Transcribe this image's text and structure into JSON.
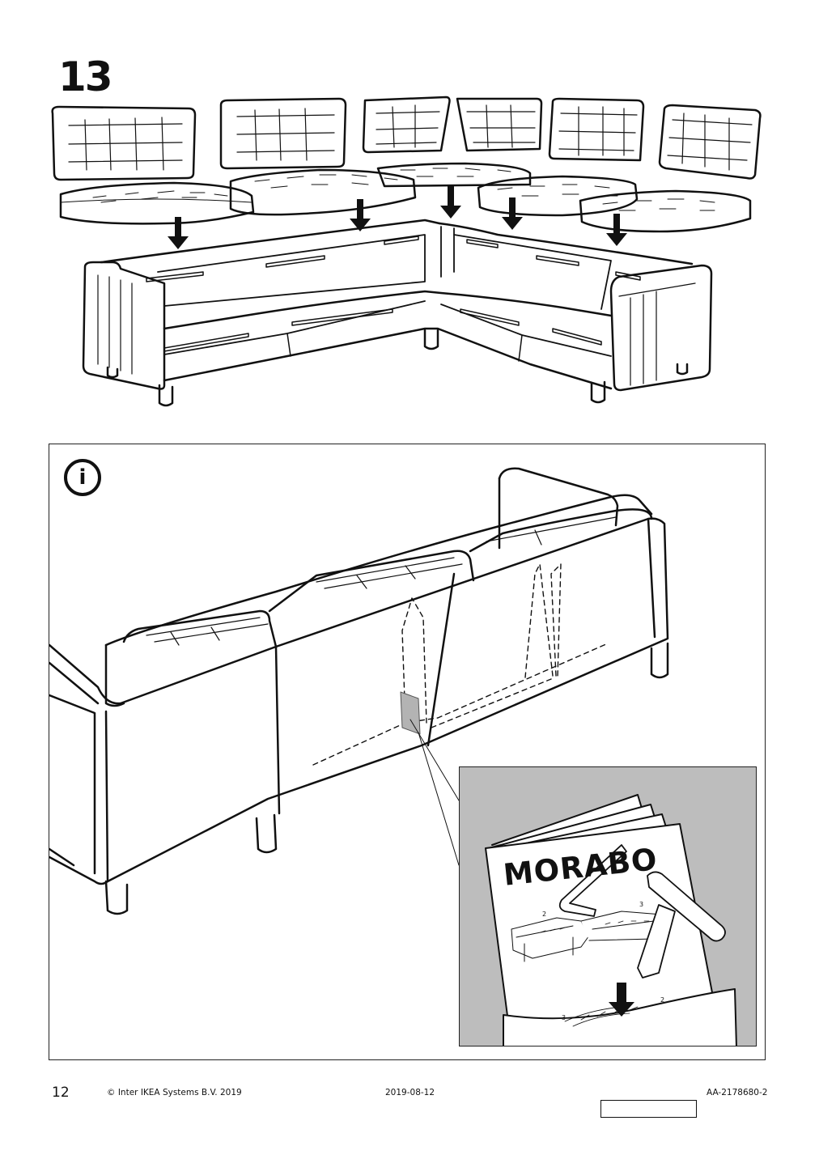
{
  "step": {
    "number": "13"
  },
  "info_panel": {
    "icon": "info-icon",
    "icon_glyph": "i",
    "manual": {
      "title": "MORABO",
      "callout_numbers": [
        "2",
        "3",
        "3",
        "2"
      ]
    }
  },
  "footer": {
    "page_number": "12",
    "copyright": "© Inter IKEA Systems B.V. 2019",
    "date": "2019-08-12",
    "doc_id": "AA-2178680-2"
  }
}
